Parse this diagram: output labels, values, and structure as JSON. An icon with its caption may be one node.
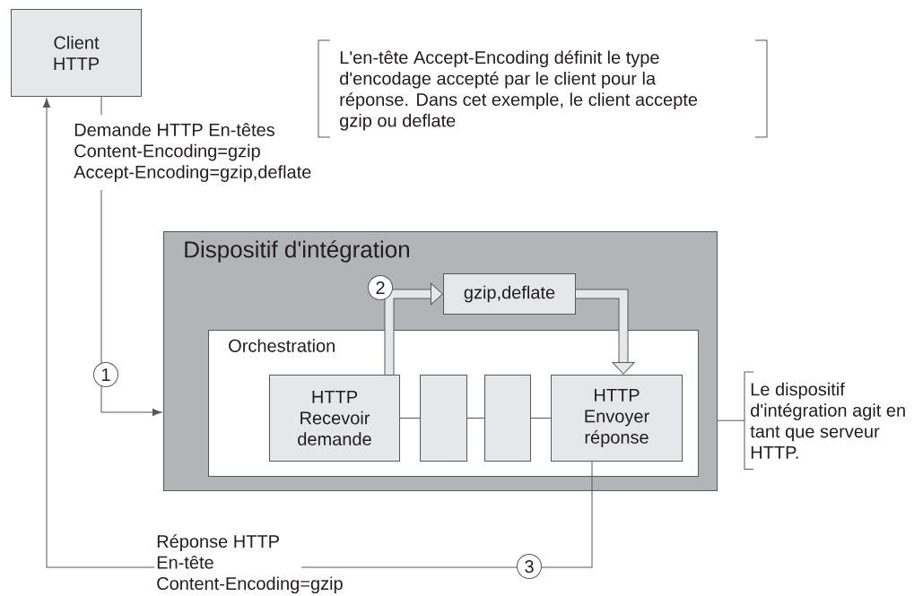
{
  "diagram": {
    "nodes": [
      {
        "text": [
          "Client HTTP"
        ]
      },
      {
        "text": [
          "Dispositif d'intégration"
        ]
      },
      {
        "text": [
          "Orchestration"
        ],
        "in": 1
      },
      {
        "text": [
          "gzip,deflate"
        ],
        "in": 1
      },
      {
        "text": [
          "HTTP Recevoir demande"
        ],
        "in": 2
      },
      {
        "text": [],
        "shape": "box",
        "in": 2
      },
      {
        "text": [],
        "shape": "box",
        "in": 2
      },
      {
        "text": [
          "HTTP Envoyer réponse"
        ],
        "in": 2
      },
      {
        "text": [
          "Le dispositif d'intégration agit en tant que serveur HTTP."
        ]
      }
    ],
    "edges": [
      {
        "from": 0,
        "to": 1,
        "arrow": "to",
        "label": "Demande HTTP En-têtes Content-Encoding=gzip Accept-Encoding=gzip,deflate"
      },
      {
        "from": 7,
        "to": 0,
        "arrow": "to",
        "label": "Réponse HTTP En-tête Content-Encoding=gzip"
      },
      {
        "from": 4,
        "to": 3,
        "arrow": "to",
        "style": "thick"
      },
      {
        "from": 3,
        "to": 7,
        "arrow": "to",
        "style": "thick"
      },
      {
        "from": 4,
        "to": 5,
        "arrow": "none"
      },
      {
        "from": 5,
        "to": 6,
        "arrow": "none"
      },
      {
        "from": 6,
        "to": 7,
        "arrow": "none"
      },
      {
        "from": 8,
        "to": 1,
        "arrow": "none"
      }
    ],
    "labels": [
      "1",
      "2",
      "3",
      "L'en-tête Accept-Encoding définit le type d'encodage accepté par le client pour la réponse. Dans cet exemple, le client accepte gzip ou deflate"
    ]
  }
}
